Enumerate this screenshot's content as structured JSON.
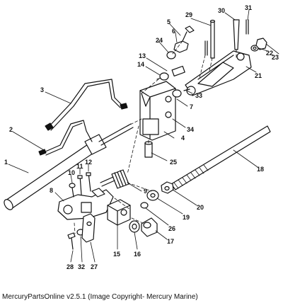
{
  "diagram": {
    "callouts": [
      "1",
      "2",
      "3",
      "4",
      "5",
      "6",
      "7",
      "8",
      "9",
      "10",
      "11",
      "12",
      "13",
      "14",
      "15",
      "16",
      "17",
      "18",
      "19",
      "20",
      "21",
      "22",
      "23",
      "24",
      "25",
      "26",
      "27",
      "28",
      "29",
      "30",
      "31",
      "32",
      "33",
      "34"
    ]
  },
  "caption": "MercuryPartsOnline v2.5.1 (Image Copyright- Mercury Marine)"
}
